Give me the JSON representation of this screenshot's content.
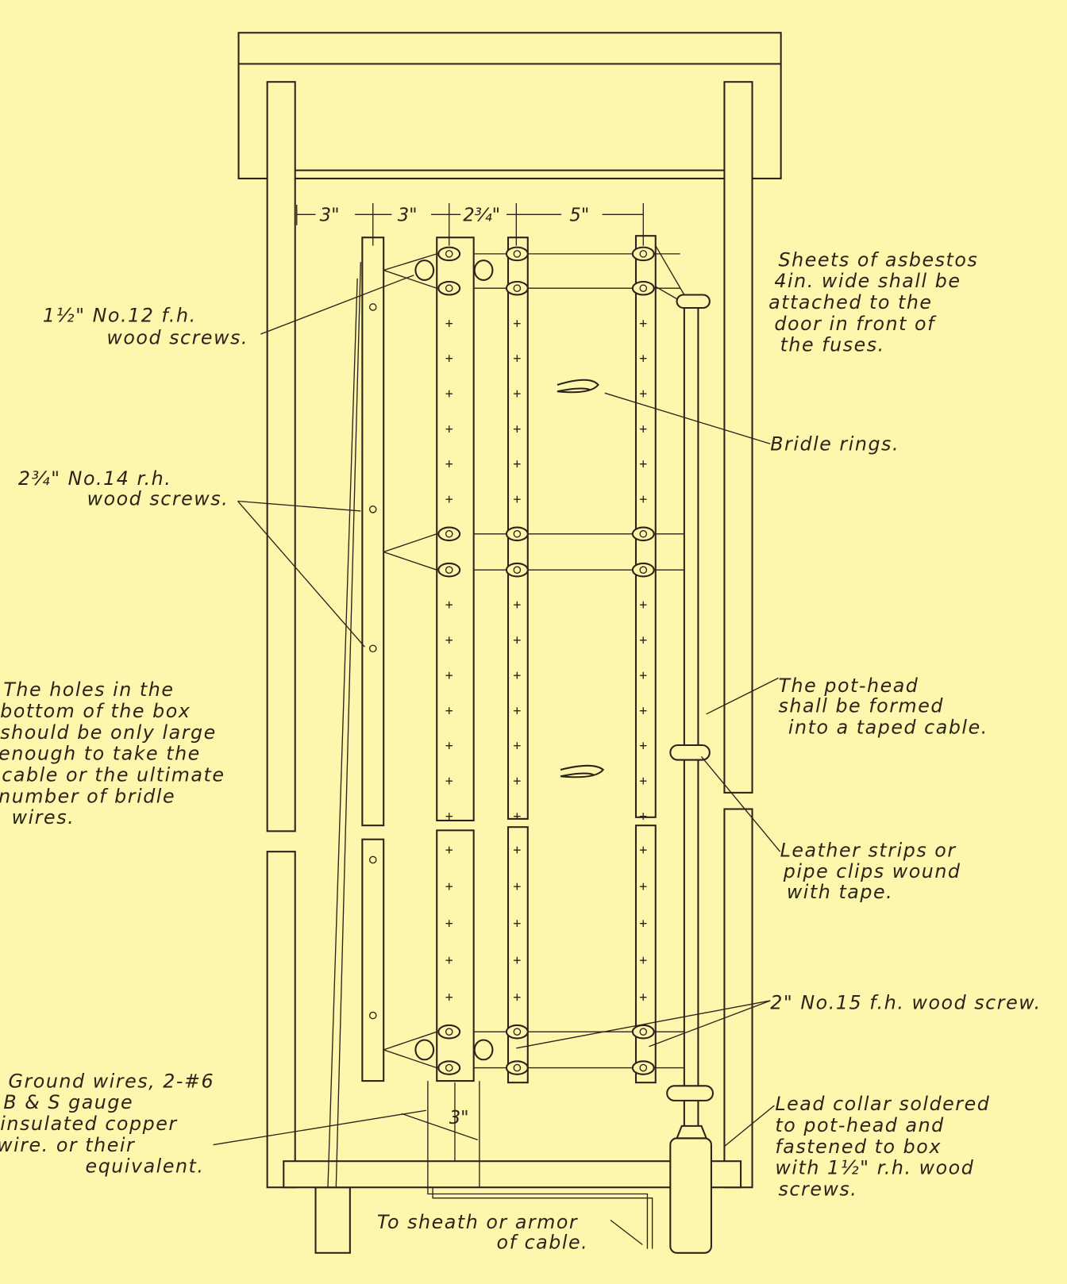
{
  "dimensions": {
    "d1": "3\"",
    "d2": "3\"",
    "d3": "2¾\"",
    "d4": "5\"",
    "d5": "3\""
  },
  "labels": {
    "asbestos": [
      "Sheets of asbestos",
      "4in. wide shall be",
      "attached to the",
      "door in front of",
      "the fuses."
    ],
    "screws_12": [
      "1½\" No.12 f.h.",
      "wood screws."
    ],
    "screws_14": [
      "2¾\" No.14 r.h.",
      "wood screws."
    ],
    "bridle": "Bridle rings.",
    "holes": [
      "The holes in the",
      "bottom of the box",
      "should be only large",
      "enough to take the",
      "cable  or the ultimate",
      "number of bridle",
      "wires."
    ],
    "pothead": [
      "The pot-head",
      "shall be formed",
      "into a taped cable."
    ],
    "leather": [
      "Leather strips or",
      "pipe  clips wound",
      "with tape."
    ],
    "screw_15": "2\" No.15 f.h. wood screw.",
    "ground": [
      "Ground wires, 2-#6",
      "B & S gauge",
      "insulated copper",
      "wire. or their",
      "equivalent."
    ],
    "lead_collar": [
      "Lead collar soldered",
      "to pot-head and",
      "fastened to box",
      "with 1½\" r.h. wood",
      "screws."
    ],
    "sheath": [
      "To sheath or armor",
      "of cable."
    ]
  },
  "colors": {
    "paper": "#fdf6ad",
    "ink": "#2a2318"
  }
}
